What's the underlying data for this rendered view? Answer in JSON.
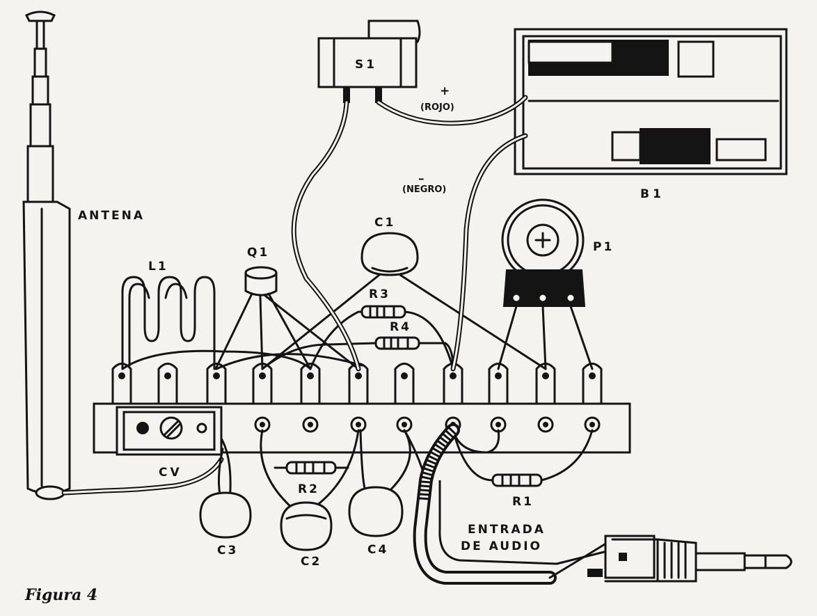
{
  "figure_caption": "Figura 4",
  "labels": {
    "antenna": "ANTENA",
    "coil": "L1",
    "transistor": "Q1",
    "cap_c1": "C1",
    "cap_c2": "C2",
    "cap_c3": "C3",
    "cap_c4": "C4",
    "res_r1": "R1",
    "res_r2": "R2",
    "res_r3": "R3",
    "res_r4": "R4",
    "potentiometer": "P1",
    "switch": "S1",
    "battery": "B1",
    "variable_cap": "CV",
    "positive_sign": "+",
    "positive_color": "(ROJO)",
    "negative_sign": "–",
    "negative_color": "(NEGRO)",
    "audio_input_line1": "ENTRADA",
    "audio_input_line2": "DE AUDIO"
  },
  "colors": {
    "ink": "#141414",
    "paper": "#f4f3ef"
  }
}
